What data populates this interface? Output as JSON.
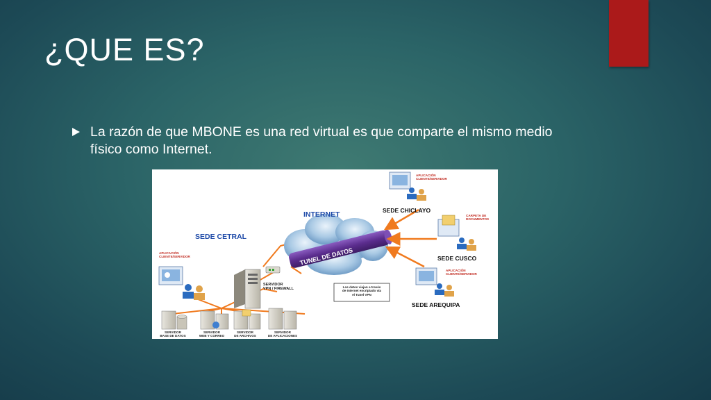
{
  "slide": {
    "title": "¿QUE ES?",
    "accent_color": "#ab1a1a",
    "bullet_text": "La razón de que MBONE es una red virtual es que comparte el mismo medio físico como Internet."
  },
  "diagram": {
    "internet_label": "INTERNET",
    "central_label": "SEDE CETRAL",
    "tunnel_label": "TUNEL DE DATOS",
    "vpn_server_label_1": "SERVIDOR",
    "vpn_server_label_2": "VPN / FIREWALL",
    "tunnel_note_1": "Los datos viajan a través",
    "tunnel_note_2": "de Internet encriptado vía",
    "tunnel_note_3": "el Tunel VPN",
    "central_app_label_1": "APLICACIÓN",
    "central_app_label_2": "CLIENTE/SERVIDOR",
    "sites": {
      "chiclayo": {
        "name": "SEDE CHICLAYO",
        "tag_1": "APLICACIÓN",
        "tag_2": "CLIENTE/SERVIDOR"
      },
      "cusco": {
        "name": "SEDE CUSCO",
        "tag_1": "CARPETA DE",
        "tag_2": "DOCUMENTOS"
      },
      "arequipa": {
        "name": "SEDE AREQUIPA",
        "tag_1": "APLICACIÓN",
        "tag_2": "CLIENTE/SERVIDOR"
      }
    },
    "servers": [
      {
        "line1": "SERVIDOR",
        "line2": "BASE DE DATOS"
      },
      {
        "line1": "SERVIDOR",
        "line2": "WEB Y CORREO"
      },
      {
        "line1": "SERVIDOR",
        "line2": "DE ARCHIVOS"
      },
      {
        "line1": "SERVIDOR",
        "line2": "DE APLICACIONES"
      }
    ],
    "colors": {
      "link": "#f07a1e",
      "zone_text": "#1e4aa8",
      "tag_text": "#c0281e",
      "tunnel": "#5b2d8e"
    }
  }
}
